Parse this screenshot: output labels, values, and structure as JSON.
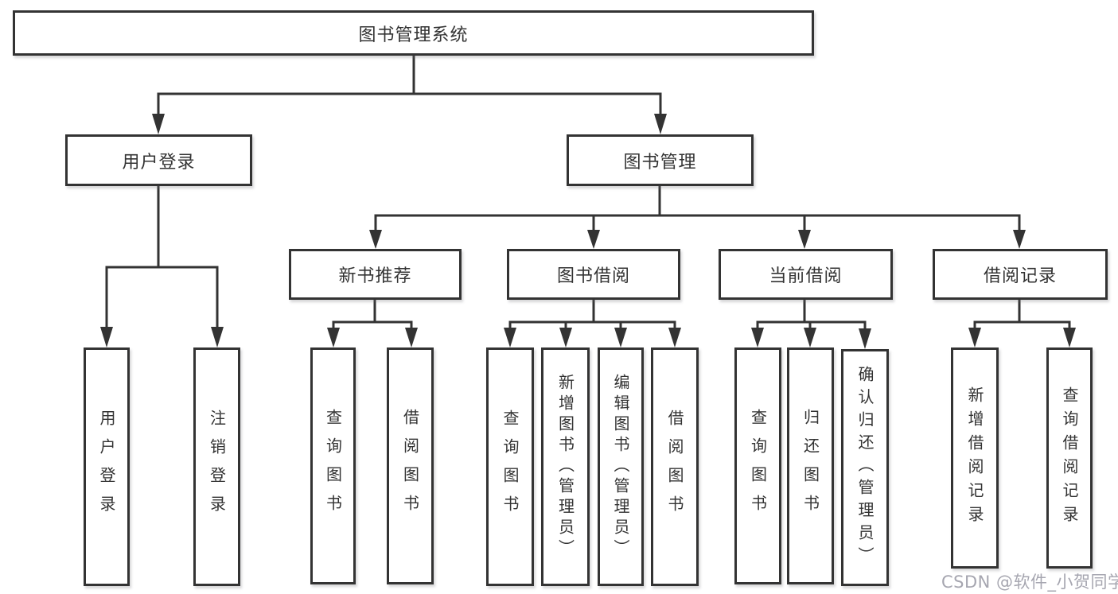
{
  "colors": {
    "line": "#333333",
    "box_border": "#333333",
    "text": "#333333",
    "background": "#ffffff",
    "watermark": "#a6a6b0"
  },
  "watermark": {
    "text": "CSDN @软件_小贺同学"
  },
  "tree": {
    "root": {
      "label": "图书管理系统"
    },
    "branches": [
      {
        "label": "用户登录",
        "children": [
          {
            "label": "用户登录"
          },
          {
            "label": "注销登录"
          }
        ]
      },
      {
        "label": "图书管理",
        "children": [
          {
            "label": "新书推荐",
            "children": [
              {
                "label": "查询图书"
              },
              {
                "label": "借阅图书"
              }
            ]
          },
          {
            "label": "图书借阅",
            "children": [
              {
                "label": "查询图书"
              },
              {
                "label": "新增图书（管理员）"
              },
              {
                "label": "编辑图书（管理员）"
              },
              {
                "label": "借阅图书"
              }
            ]
          },
          {
            "label": "当前借阅",
            "children": [
              {
                "label": "查询图书"
              },
              {
                "label": "归还图书"
              },
              {
                "label": "确认归还（管理员）"
              }
            ]
          },
          {
            "label": "借阅记录",
            "children": [
              {
                "label": "新增借阅记录"
              },
              {
                "label": "查询借阅记录"
              }
            ]
          }
        ]
      }
    ]
  }
}
